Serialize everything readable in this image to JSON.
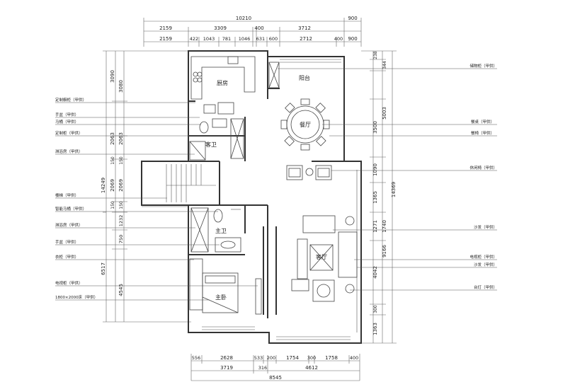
{
  "rooms": {
    "kitchen": "厨房",
    "balcony": "阳台",
    "dining": "餐厅",
    "guest_bath": "客卫",
    "master_bath": "主卫",
    "living": "客厅",
    "master_bedroom": "主卧"
  },
  "top_dims": {
    "overall": "10210",
    "overall_right": "900",
    "row2": [
      "2159",
      "3309",
      "400",
      "3712"
    ],
    "row3": [
      "2159",
      "422",
      "1043",
      "781",
      "1046",
      "631",
      "600",
      "2712",
      "400",
      "900"
    ]
  },
  "bottom_dims": {
    "row1": [
      "556",
      "2628",
      "533",
      "200",
      "1754",
      "300",
      "1758",
      "400"
    ],
    "row2": [
      "3719",
      "316",
      "4612"
    ],
    "overall": "8545"
  },
  "left_dims": {
    "col_inner": [
      "3080",
      "2063",
      "150",
      "2069",
      "150",
      "1232",
      "750",
      "4545"
    ],
    "col_mid": [
      "3090",
      "2063",
      "150",
      "2069",
      "150"
    ],
    "col_outer": [
      "14249",
      "6517"
    ]
  },
  "right_dims": {
    "col_inner": [
      "238",
      "344",
      "5003",
      "3500",
      "1090",
      "1365",
      "1271",
      "1740",
      "4042",
      "300",
      "1363"
    ],
    "col_outer": [
      "14369",
      "9166"
    ]
  },
  "left_labels": [
    "定制橱柜（甲供）",
    "手盆（甲供）",
    "马桶（甲供）",
    "定制柜（甲供）",
    "淋浴房（甲供）",
    "楼梯（甲供）",
    "智能马桶（甲供）",
    "淋浴房（甲供）",
    "手盆（甲供）",
    "衣柜（甲供）",
    "电视柜（甲供）",
    "1800×2000床（甲供）"
  ],
  "right_labels": [
    "储物柜（甲供）",
    "餐桌（甲供）",
    "餐椅（甲供）",
    "休闲椅（甲供）",
    "沙发（甲供）",
    "电视柜（甲供）",
    "沙发（甲供）",
    "台灯（甲供）"
  ]
}
